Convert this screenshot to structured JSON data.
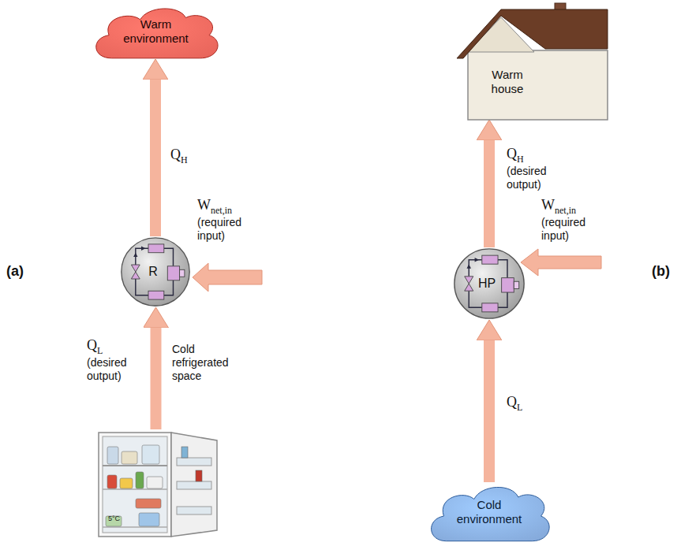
{
  "diagram": {
    "nodes": [
      {
        "text": [
          "Warm environment"
        ]
      },
      {
        "text": [
          "R"
        ]
      },
      {
        "text": [
          "Cold refrigerated space"
        ]
      },
      {
        "text": [
          "Warm house"
        ]
      },
      {
        "text": [
          "HP"
        ]
      },
      {
        "text": [
          "Cold environment"
        ]
      }
    ],
    "edges": [
      {
        "from": 2,
        "to": 1,
        "arrow": "to",
        "label": "QL (desired output)"
      },
      {
        "from": 1,
        "to": 0,
        "arrow": "to",
        "label": "QH"
      },
      {
        "from": 5,
        "to": 4,
        "arrow": "to",
        "label": "QL"
      },
      {
        "from": 4,
        "to": 3,
        "arrow": "to",
        "label": "QH (desired output)"
      }
    ],
    "labels": [
      "Wnet,in (required input)",
      "Wnet,in (required input)",
      "(a)",
      "(b)",
      "5°C"
    ]
  }
}
